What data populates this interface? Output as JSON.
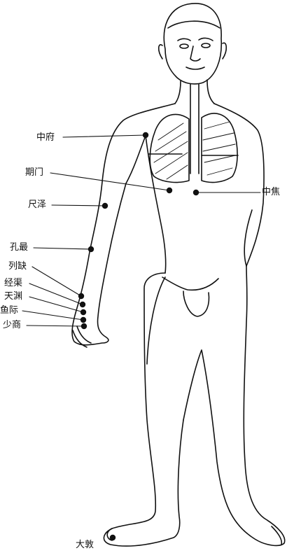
{
  "colors": {
    "ink": "#111111",
    "paper": "#ffffff"
  },
  "points": [
    {
      "id": "zhongfu",
      "label": "中府"
    },
    {
      "id": "qimen",
      "label": "期门"
    },
    {
      "id": "chize",
      "label": "尺泽"
    },
    {
      "id": "kongzui",
      "label": "孔最"
    },
    {
      "id": "lieque",
      "label": "列缺"
    },
    {
      "id": "jingqu",
      "label": "经渠"
    },
    {
      "id": "taiyuan",
      "label": "天渊"
    },
    {
      "id": "yuji",
      "label": "鱼际"
    },
    {
      "id": "shaoshang",
      "label": "少商"
    },
    {
      "id": "zhongjiao",
      "label": "中焦"
    },
    {
      "id": "dadun",
      "label": "大敦"
    }
  ]
}
